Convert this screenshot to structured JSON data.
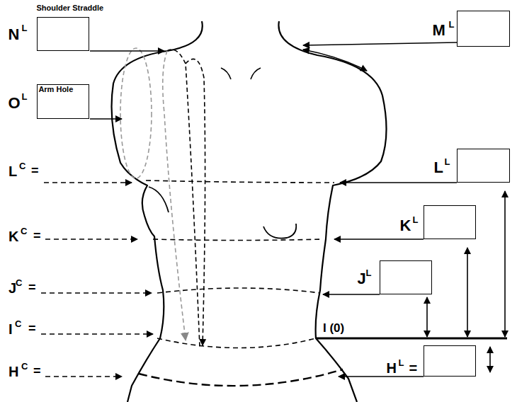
{
  "diagram": {
    "nodes": [
      {
        "text": [
          "Shoulder Straddle",
          "N",
          "L"
        ]
      },
      {
        "text": [
          "M",
          "L"
        ]
      },
      {
        "text": [
          "Arm Hole",
          "O",
          "L"
        ]
      },
      {
        "text": [
          "L",
          "L"
        ]
      },
      {
        "text": [
          "K",
          "L"
        ]
      },
      {
        "text": [
          "J",
          "L"
        ]
      },
      {
        "text": [
          "H",
          "L",
          "="
        ]
      }
    ],
    "labels": [
      "L",
      "C",
      "=",
      "K",
      "C",
      "=",
      "J",
      "C",
      "=",
      "I",
      "C",
      "=",
      "H",
      "C",
      "=",
      "I (0)"
    ]
  }
}
